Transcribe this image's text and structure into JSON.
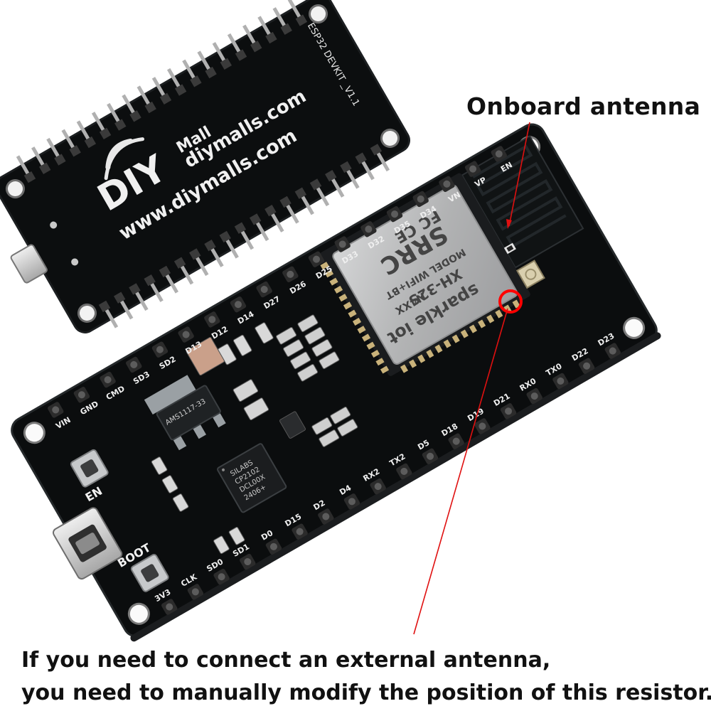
{
  "callouts": {
    "antenna": "Onboard antenna",
    "caption_line1": "If you need to connect an external antenna,",
    "caption_line2": "you need to manually modify the position of this resistor."
  },
  "back_board": {
    "brand_diy": "DIY",
    "brand_mall": "Mall",
    "brand_domain": "diymalls.com",
    "website": "www.diymalls.com",
    "model": "ESP32 DEVKIT _V1.1"
  },
  "front_board": {
    "top_pins": [
      "VIN",
      "GND",
      "CMD",
      "SD3",
      "SD2",
      "D13",
      "D12",
      "D14",
      "D27",
      "D26",
      "D25",
      "D33",
      "D32",
      "D35",
      "D34",
      "VN",
      "VP",
      "EN"
    ],
    "bottom_pins": [
      "3V3",
      "CLK",
      "SD0",
      "SD1",
      "D0",
      "D15",
      "D2",
      "D4",
      "RX2",
      "TX2",
      "D5",
      "D18",
      "D19",
      "D21",
      "RX0",
      "TX0",
      "D22",
      "D23"
    ],
    "button_en": "EN",
    "button_boot": "BOOT",
    "regulator_text": "AMS1117-33",
    "usb_chip_lines": [
      "SILABS",
      "CP2102",
      "DCL00X",
      "2406+"
    ],
    "module_lines": [
      "FC CE",
      "SRRC",
      "WIFI+BT",
      "MODEL",
      "N4XX",
      "XH-32S",
      "sparkle iot"
    ]
  },
  "colors": {
    "pcb": "#0b0d0e",
    "pin": "#2a2a2a",
    "shield": "#b9babb",
    "pointer": "#e01010",
    "highlight_ring": "#ff0000"
  }
}
